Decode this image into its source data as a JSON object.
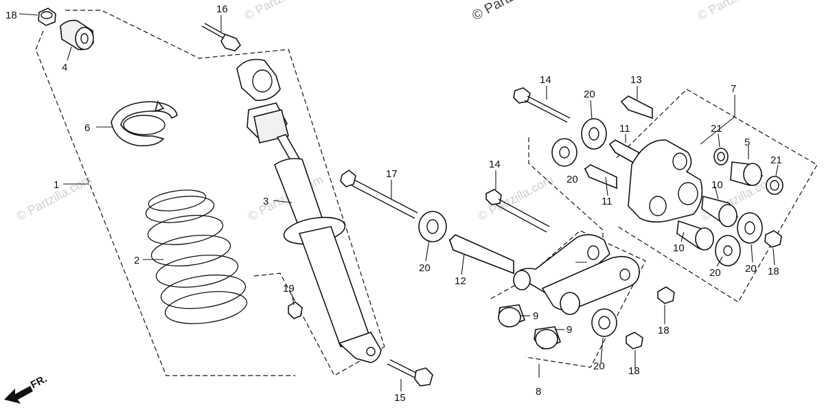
{
  "watermark": {
    "brand": "© Partzilla.com",
    "brand_cut": "© Partzilla.c"
  },
  "direction_label": "FR.",
  "callouts": {
    "p1": "1",
    "p2": "2",
    "p3": "3",
    "p4": "4",
    "p5": "5",
    "p6": "6",
    "p7": "7",
    "p8": "8",
    "p9a": "9",
    "p9b": "9",
    "p10a": "10",
    "p10b": "10",
    "p11a": "11",
    "p11b": "11",
    "p12": "12",
    "p13": "13",
    "p14a": "14",
    "p14b": "14",
    "p15": "15",
    "p16": "16",
    "p17": "17",
    "p18a": "18",
    "p18b": "18",
    "p18c": "18",
    "p18d": "18",
    "p19": "19",
    "p20a": "20",
    "p20b": "20",
    "p20c": "20",
    "p20d": "20",
    "p20e": "20",
    "p20f": "20",
    "p21a": "21",
    "p21b": "21"
  }
}
